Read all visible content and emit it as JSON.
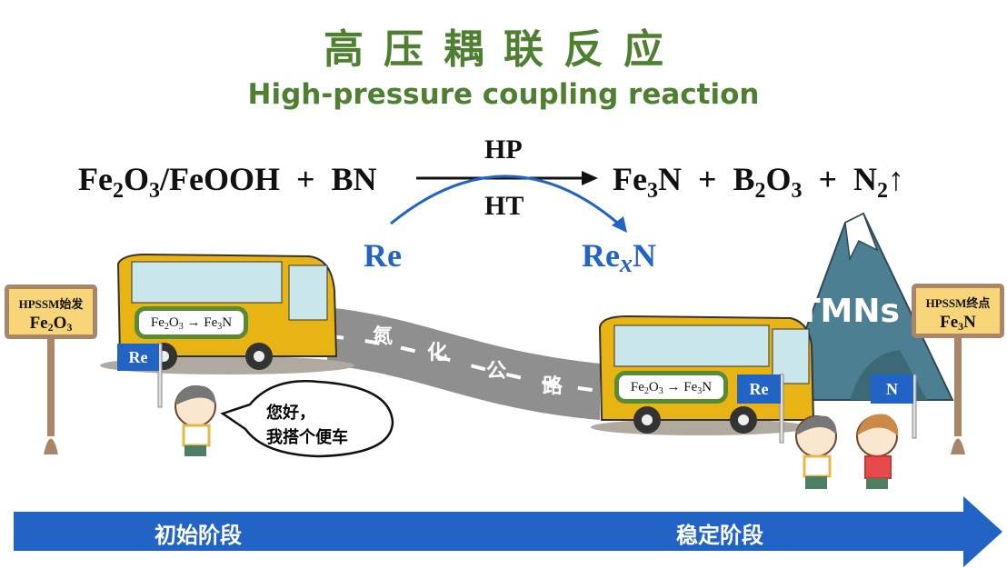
{
  "title": "高压耦联反应",
  "subtitle": "High-pressure coupling reaction",
  "equation": {
    "reactants": [
      "Fe",
      {
        "sub": "2"
      },
      "O",
      {
        "sub": "3"
      },
      "/FeOOH  +  BN"
    ],
    "products": [
      "Fe",
      {
        "sub": "3"
      },
      "N  +  B",
      {
        "sub": "2"
      },
      "O",
      {
        "sub": "3"
      },
      "  +  N",
      {
        "sub": "2"
      },
      "↑"
    ],
    "condition_top": "HP",
    "condition_bottom": "HT",
    "re_start": [
      "Re"
    ],
    "re_end": [
      "Re",
      {
        "sub": "x"
      },
      "N"
    ]
  },
  "start_sign": {
    "line1": "HPSSM始发",
    "line2": [
      "Fe",
      {
        "sub": "2"
      },
      "O",
      {
        "sub": "3"
      }
    ]
  },
  "end_sign": {
    "line1": "HPSSM终点",
    "line2": [
      "Fe",
      {
        "sub": "3"
      },
      "N"
    ]
  },
  "bus_plate": [
    "Fe",
    {
      "sub": "2"
    },
    "O",
    {
      "sub": "3"
    },
    " → Fe",
    {
      "sub": "3"
    },
    "N"
  ],
  "road_label": [
    "氮",
    "化",
    "公",
    "路"
  ],
  "flags": {
    "re": "Re",
    "n": "N"
  },
  "mountain_label": "TMNs",
  "speech": {
    "line1": "您好，",
    "line2": "我搭个便车"
  },
  "stages": {
    "start": "初始阶段",
    "end": "稳定阶段"
  },
  "colors": {
    "green": "#4f7f30",
    "blue": "#2263c6",
    "bus": "#e8b414",
    "mountain": "#4d7f92"
  }
}
